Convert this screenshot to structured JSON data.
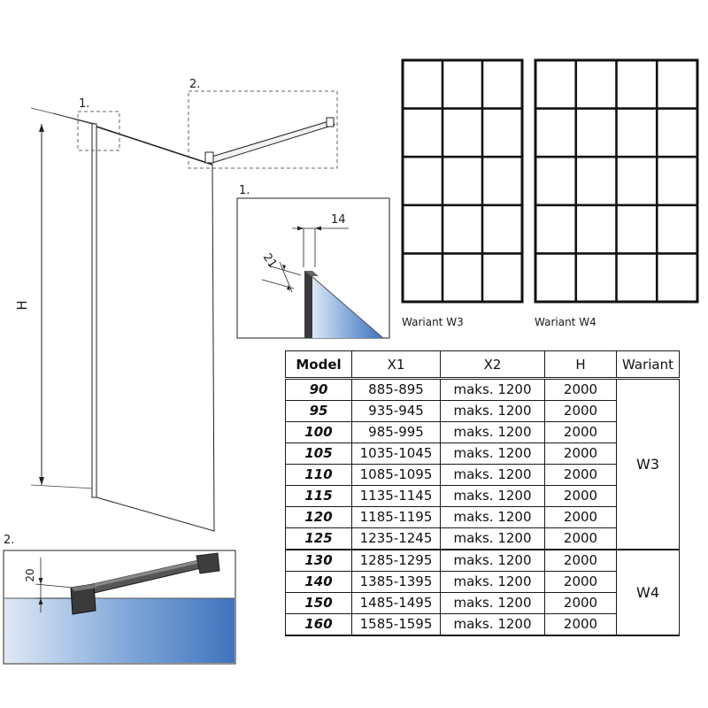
{
  "callouts": {
    "detail1": "1.",
    "detail2": "2.",
    "inset1": "1.",
    "inset2": "2."
  },
  "dimensions": {
    "height": "H",
    "profile_width": "14",
    "profile_depth": "21",
    "bar_height": "20"
  },
  "variants": {
    "w3": {
      "caption": "Wariant W3",
      "columns": 3,
      "rows": 5
    },
    "w4": {
      "caption": "Wariant W4",
      "columns": 4,
      "rows": 5
    }
  },
  "colors": {
    "glass": "#4b7fc1",
    "glass_light": "#a8c4e6",
    "frame": "#1a1a1a"
  },
  "table": {
    "headers": [
      "Model",
      "X1",
      "X2",
      "H",
      "Wariant"
    ],
    "rows": [
      {
        "model": "90",
        "x1": "885-895",
        "x2": "maks. 1200",
        "h": "2000"
      },
      {
        "model": "95",
        "x1": "935-945",
        "x2": "maks. 1200",
        "h": "2000"
      },
      {
        "model": "100",
        "x1": "985-995",
        "x2": "maks. 1200",
        "h": "2000"
      },
      {
        "model": "105",
        "x1": "1035-1045",
        "x2": "maks. 1200",
        "h": "2000"
      },
      {
        "model": "110",
        "x1": "1085-1095",
        "x2": "maks. 1200",
        "h": "2000"
      },
      {
        "model": "115",
        "x1": "1135-1145",
        "x2": "maks. 1200",
        "h": "2000"
      },
      {
        "model": "120",
        "x1": "1185-1195",
        "x2": "maks. 1200",
        "h": "2000"
      },
      {
        "model": "125",
        "x1": "1235-1245",
        "x2": "maks. 1200",
        "h": "2000"
      },
      {
        "model": "130",
        "x1": "1285-1295",
        "x2": "maks. 1200",
        "h": "2000"
      },
      {
        "model": "140",
        "x1": "1385-1395",
        "x2": "maks. 1200",
        "h": "2000"
      },
      {
        "model": "150",
        "x1": "1485-1495",
        "x2": "maks. 1200",
        "h": "2000"
      },
      {
        "model": "160",
        "x1": "1585-1595",
        "x2": "maks. 1200",
        "h": "2000"
      }
    ],
    "groups": [
      {
        "label": "W3",
        "rows": 8
      },
      {
        "label": "W4",
        "rows": 4
      }
    ]
  }
}
